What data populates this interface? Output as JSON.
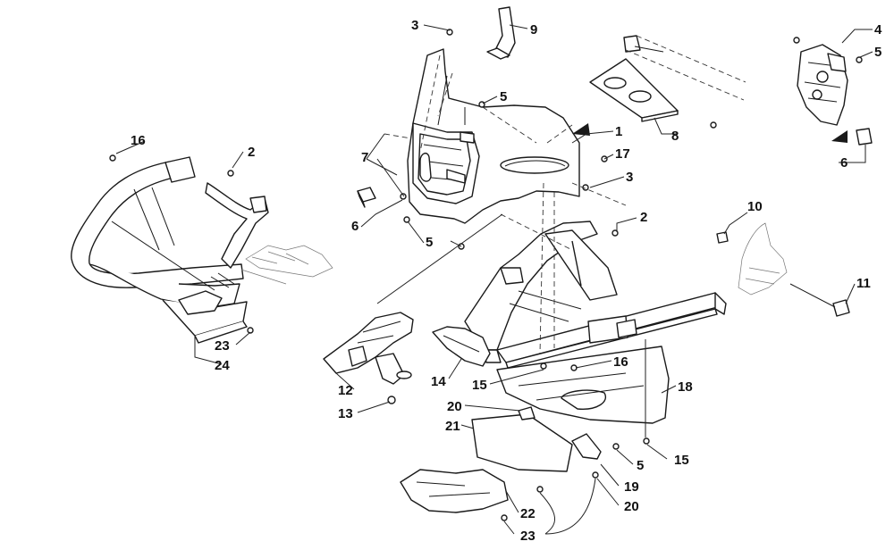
{
  "callouts": [
    {
      "id": "c3a",
      "label": "3"
    },
    {
      "id": "c9",
      "label": "9"
    },
    {
      "id": "c4",
      "label": "4"
    },
    {
      "id": "c5a",
      "label": "5"
    },
    {
      "id": "c5b",
      "label": "5"
    },
    {
      "id": "c1",
      "label": "1"
    },
    {
      "id": "c8",
      "label": "8"
    },
    {
      "id": "c16a",
      "label": "16"
    },
    {
      "id": "c2a",
      "label": "2"
    },
    {
      "id": "c7",
      "label": "7"
    },
    {
      "id": "c17",
      "label": "17"
    },
    {
      "id": "c3b",
      "label": "3"
    },
    {
      "id": "c6a",
      "label": "6"
    },
    {
      "id": "c6b",
      "label": "6"
    },
    {
      "id": "c5c",
      "label": "5"
    },
    {
      "id": "c2b",
      "label": "2"
    },
    {
      "id": "c10",
      "label": "10"
    },
    {
      "id": "c11",
      "label": "11"
    },
    {
      "id": "c23a",
      "label": "23"
    },
    {
      "id": "c24",
      "label": "24"
    },
    {
      "id": "c16b",
      "label": "16"
    },
    {
      "id": "c18",
      "label": "18"
    },
    {
      "id": "c12",
      "label": "12"
    },
    {
      "id": "c14",
      "label": "14"
    },
    {
      "id": "c15a",
      "label": "15"
    },
    {
      "id": "c13",
      "label": "13"
    },
    {
      "id": "c20a",
      "label": "20"
    },
    {
      "id": "c21",
      "label": "21"
    },
    {
      "id": "c5d",
      "label": "5"
    },
    {
      "id": "c15b",
      "label": "15"
    },
    {
      "id": "c19",
      "label": "19"
    },
    {
      "id": "c20b",
      "label": "20"
    },
    {
      "id": "c22",
      "label": "22"
    },
    {
      "id": "c23b",
      "label": "23"
    }
  ]
}
